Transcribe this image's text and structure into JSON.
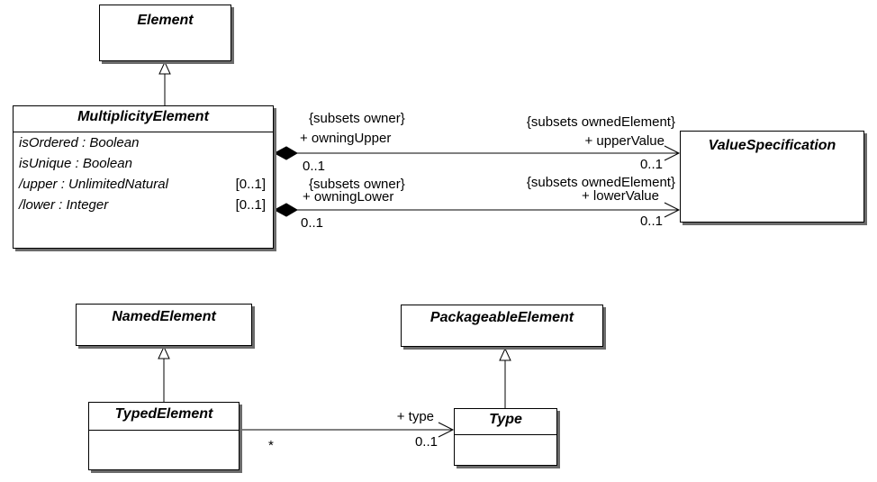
{
  "classes": {
    "element": {
      "name": "Element"
    },
    "multiplicity_element": {
      "name": "MultiplicityElement",
      "attributes": [
        {
          "text": "isOrdered : Boolean",
          "mult": ""
        },
        {
          "text": "isUnique : Boolean",
          "mult": ""
        },
        {
          "text": "/upper : UnlimitedNatural",
          "mult": "[0..1]"
        },
        {
          "text": "/lower : Integer",
          "mult": "[0..1]"
        }
      ]
    },
    "value_specification": {
      "name": "ValueSpecification"
    },
    "named_element": {
      "name": "NamedElement"
    },
    "packageable_element": {
      "name": "PackageableElement"
    },
    "typed_element": {
      "name": "TypedElement"
    },
    "type": {
      "name": "Type"
    }
  },
  "associations": {
    "upper": {
      "source_constraint": "{subsets owner}",
      "source_role": "+ owningUpper",
      "source_mult": "0..1",
      "target_constraint": "{subsets ownedElement}",
      "target_role": "+ upperValue",
      "target_mult": "0..1"
    },
    "lower": {
      "source_constraint": "{subsets owner}",
      "source_role": "+ owningLower",
      "source_mult": "0..1",
      "target_constraint": "{subsets ownedElement}",
      "target_role": "+ lowerValue",
      "target_mult": "0..1"
    },
    "type": {
      "source_mult": "*",
      "target_role": "+ type",
      "target_mult": "0..1"
    }
  }
}
